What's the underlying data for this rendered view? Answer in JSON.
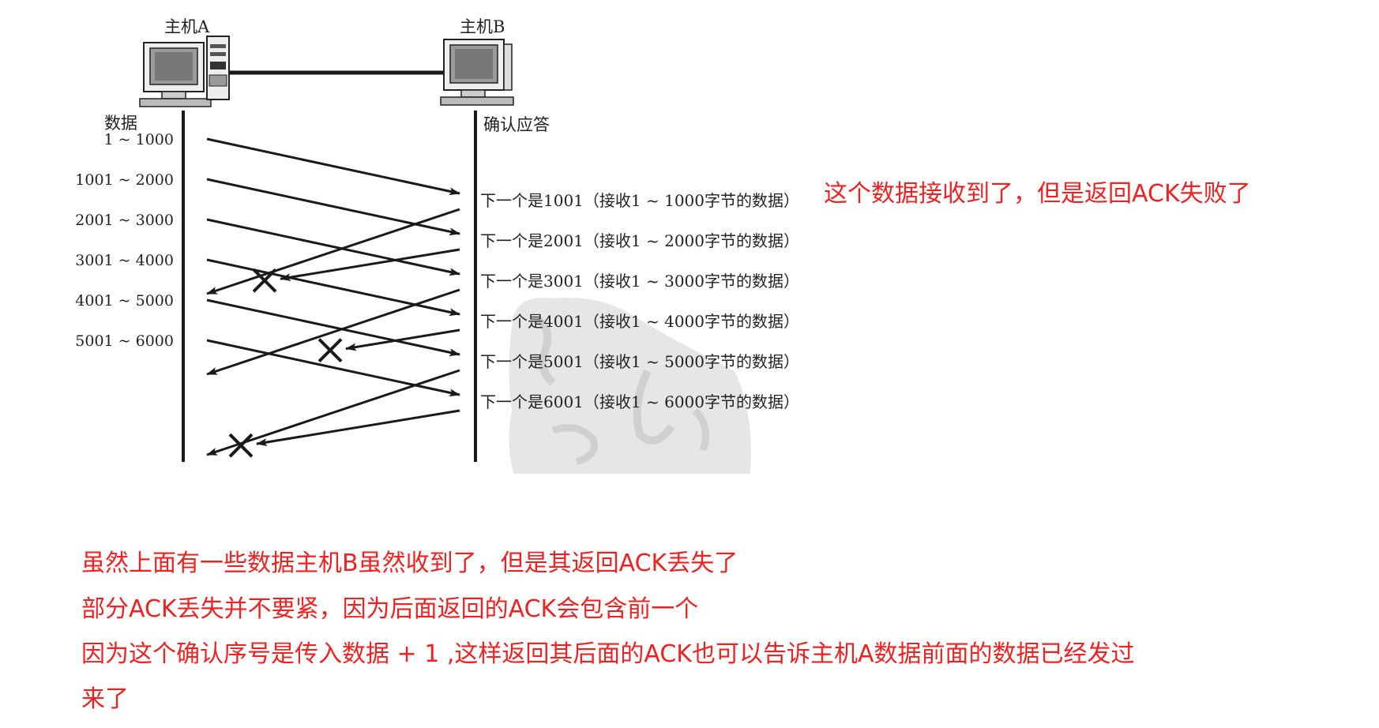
{
  "diagram": {
    "host_a": "主机A",
    "host_b": "主机B",
    "data_label": "数据",
    "ack_label": "确认应答",
    "ranges": [
      "1 ~ 1000",
      "1001 ~ 2000",
      "2001 ~ 3000",
      "3001 ~ 4000",
      "4001 ~ 5000",
      "5001 ~ 6000"
    ],
    "acks": [
      "下一个是1001（接收1 ~ 1000字节的数据）",
      "下一个是2001（接收1 ~ 2000字节的数据）",
      "下一个是3001（接收1 ~ 3000字节的数据）",
      "下一个是4001（接收1 ~ 4000字节的数据）",
      "下一个是5001（接收1 ~ 5000字节的数据）",
      "下一个是6001（接收1 ~ 6000字节的数据）"
    ],
    "lost_acks": [
      1,
      3,
      5
    ],
    "colors": {
      "line": "#1a1a1a",
      "annotation": "#ee2222",
      "watermark": "#d4d4d4"
    }
  },
  "notes": {
    "side_note": "这个数据接收到了，但是返回ACK失败了",
    "paragraph": [
      "虽然上面有一些数据主机B虽然收到了，但是其返回ACK丢失了",
      "部分ACK丢失并不要紧，因为后面返回的ACK会包含前一个",
      "因为这个确认序号是传入数据 + 1 ,这样返回其后面的ACK也可以告诉主机A数据前面的数据已经发过",
      "来了"
    ]
  }
}
